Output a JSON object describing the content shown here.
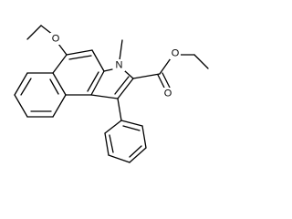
{
  "atoms": {
    "oxygen_ether_left": "O",
    "nitrogen_ring": "N",
    "oxygen_ester_single": "O",
    "oxygen_ester_double": "O"
  }
}
